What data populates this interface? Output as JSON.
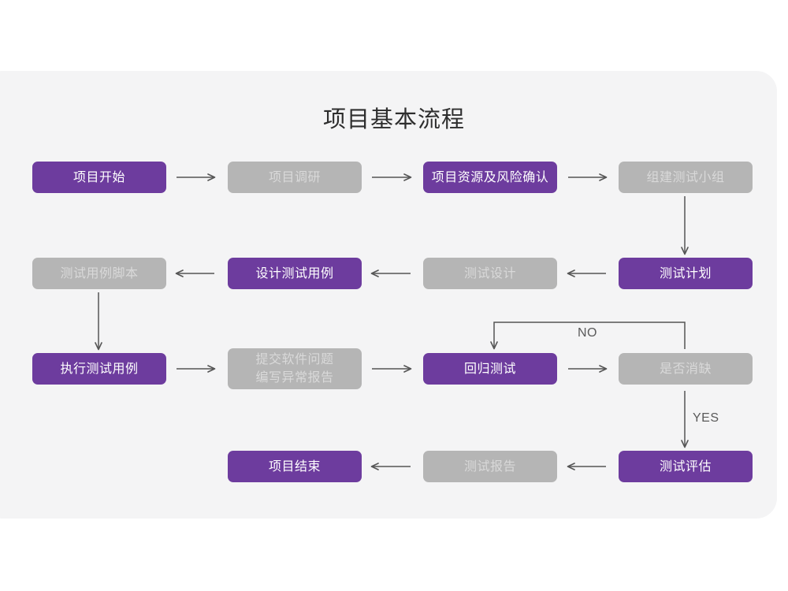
{
  "page": {
    "title": "项目基本流程",
    "background_color": "#ffffff",
    "card_color": "#f4f4f5"
  },
  "palette": {
    "purple": "#6d3c9e",
    "purple_text": "#ffffff",
    "gray": "#b5b5b5",
    "gray_text": "#d9d9d9",
    "arrow": "#555555",
    "title_text": "#2e2e2e",
    "edge_label_text": "#5a5a5a"
  },
  "nodes": [
    {
      "id": "n1",
      "label": "项目开始",
      "style": "purple",
      "row": 1
    },
    {
      "id": "n2",
      "label": "项目调研",
      "style": "gray",
      "row": 1
    },
    {
      "id": "n3",
      "label": "项目资源及风险确认",
      "style": "purple",
      "row": 1
    },
    {
      "id": "n4",
      "label": "组建测试小组",
      "style": "gray",
      "row": 1
    },
    {
      "id": "n5",
      "label": "测试用例脚本",
      "style": "gray",
      "row": 2
    },
    {
      "id": "n6",
      "label": "设计测试用例",
      "style": "purple",
      "row": 2
    },
    {
      "id": "n7",
      "label": "测试设计",
      "style": "gray",
      "row": 2
    },
    {
      "id": "n8",
      "label": "测试计划",
      "style": "purple",
      "row": 2
    },
    {
      "id": "n9",
      "label": "执行测试用例",
      "style": "purple",
      "row": 3
    },
    {
      "id": "n10",
      "label": "提交软件问题\n编写异常报告",
      "style": "gray",
      "row": 3
    },
    {
      "id": "n11",
      "label": "回归测试",
      "style": "purple",
      "row": 3
    },
    {
      "id": "n12",
      "label": "是否消缺",
      "style": "gray",
      "row": 3
    },
    {
      "id": "n13",
      "label": "项目结束",
      "style": "purple",
      "row": 4
    },
    {
      "id": "n14",
      "label": "测试报告",
      "style": "gray",
      "row": 4
    },
    {
      "id": "n15",
      "label": "测试评估",
      "style": "purple",
      "row": 4
    }
  ],
  "edge_labels": {
    "no": "NO",
    "yes": "YES"
  },
  "edges": [
    {
      "from": "n1",
      "to": "n2",
      "direction": "right"
    },
    {
      "from": "n2",
      "to": "n3",
      "direction": "right"
    },
    {
      "from": "n3",
      "to": "n4",
      "direction": "right"
    },
    {
      "from": "n4",
      "to": "n8",
      "direction": "down"
    },
    {
      "from": "n8",
      "to": "n7",
      "direction": "left"
    },
    {
      "from": "n7",
      "to": "n6",
      "direction": "left"
    },
    {
      "from": "n6",
      "to": "n5",
      "direction": "left"
    },
    {
      "from": "n5",
      "to": "n9",
      "direction": "down"
    },
    {
      "from": "n9",
      "to": "n10",
      "direction": "right"
    },
    {
      "from": "n10",
      "to": "n11",
      "direction": "right"
    },
    {
      "from": "n11",
      "to": "n12",
      "direction": "right"
    },
    {
      "from": "n12",
      "to": "n11",
      "direction": "loop-up-left",
      "label": "NO"
    },
    {
      "from": "n12",
      "to": "n15",
      "direction": "down",
      "label": "YES"
    },
    {
      "from": "n15",
      "to": "n14",
      "direction": "left"
    },
    {
      "from": "n14",
      "to": "n13",
      "direction": "left"
    }
  ]
}
